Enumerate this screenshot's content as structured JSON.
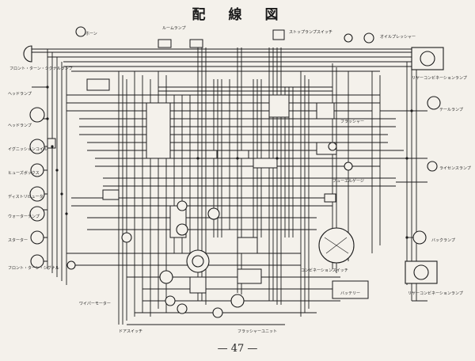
{
  "title": "配　線　図",
  "page_number": "— 47 —",
  "colors": {
    "ink": "#1c1c1c",
    "paper": "#f4f1eb"
  },
  "components": {
    "headlamp_left": "フロント・ターン・シグナルランプ",
    "horn_left": "ホーン",
    "headlamp_right": "ヘッドランプ",
    "ignition_coil": "イグニッションコイル",
    "fuse_box": "ヒューズボックス",
    "distributor": "ディストリビュータ",
    "water_temp": "ウォーターテンプ",
    "starter": "スターター",
    "battery": "バッテリー",
    "combination_switch": "コンビネーションスイッチ",
    "back_lamp": "バックランプ",
    "rear_combination_lamp": "リヤーコンビネーションランプ",
    "license_lamp": "ライセンスランプ",
    "room_lamp": "ルームランプ",
    "stop_lamp_switch": "ストップランプスイッチ",
    "wiper_motor": "ワイパーモーター",
    "flasher_unit": "フラッシャーユニット",
    "door_switch": "ドアスイッチ",
    "oil_pressure": "オイルプレッシャー",
    "fuel_gauge": "フューエルゲージ"
  }
}
